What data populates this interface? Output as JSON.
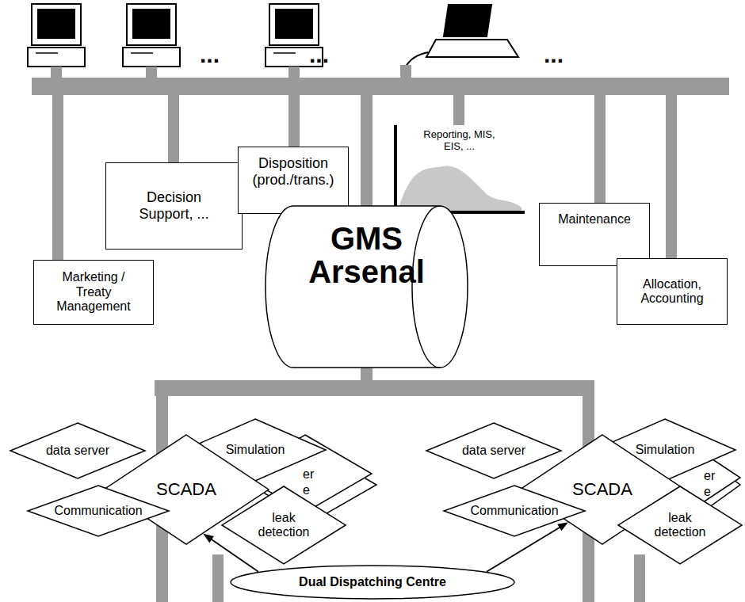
{
  "diagram": {
    "nodes": [
      {
        "text": [
          "Decision Support, ..."
        ]
      },
      {
        "text": [
          "Disposition (prod./trans.)"
        ]
      },
      {
        "text": [
          "Reporting, MIS, EIS, ..."
        ]
      },
      {
        "text": [
          "Maintenance"
        ]
      },
      {
        "text": [
          "Marketing / Treaty Management"
        ]
      },
      {
        "text": [
          "Allocation, Accounting"
        ]
      },
      {
        "text": [
          "GMS Arsenal"
        ]
      },
      {
        "text": [
          "data server"
        ]
      },
      {
        "text": [
          "er",
          "e"
        ]
      },
      {
        "text": [
          "Simulation"
        ]
      },
      {
        "text": [
          "SCADA"
        ]
      },
      {
        "text": [
          "Communication"
        ]
      },
      {
        "text": [
          "leak detection"
        ]
      },
      {
        "text": [
          "data server"
        ]
      },
      {
        "text": [
          "er",
          "e"
        ]
      },
      {
        "text": [
          "Simulation"
        ]
      },
      {
        "text": [
          "SCADA"
        ]
      },
      {
        "text": [
          "Communication"
        ]
      },
      {
        "text": [
          "leak detection"
        ]
      },
      {
        "text": [
          "Dual Dispatching Centre"
        ]
      }
    ],
    "edges": [
      {
        "from": 19,
        "to": 10,
        "arrow": "to"
      },
      {
        "from": 19,
        "to": 16,
        "arrow": "to"
      }
    ],
    "labels": [
      "...",
      "...",
      "..."
    ]
  }
}
